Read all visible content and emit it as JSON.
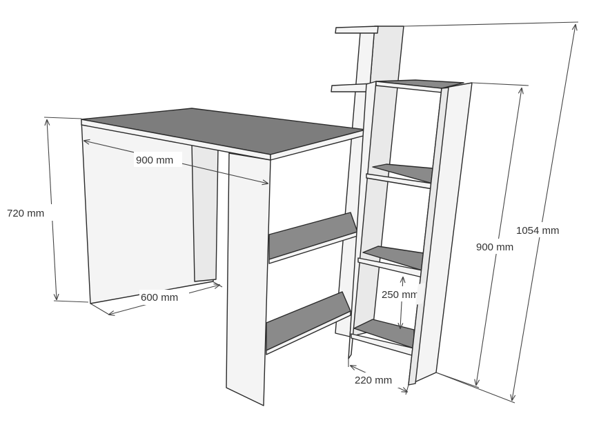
{
  "diagram": {
    "subject": "desk-with-bookshelf",
    "colors": {
      "panel": "#f2f2f2",
      "panel_shadow": "#e4e4e4",
      "top_surface": "#7d7d7d",
      "shelf_surface": "#8a8a8a",
      "line": "#2a2a2a",
      "dimension_line": "#444444"
    }
  },
  "dimensions": {
    "desk_height": "720 mm",
    "desk_width": "900 mm",
    "desk_depth": "600 mm",
    "shelf_spacing": "250 mm",
    "shelf_depth": "220 mm",
    "bookcase_front_height": "900 mm",
    "bookcase_total_height": "1054 mm"
  }
}
